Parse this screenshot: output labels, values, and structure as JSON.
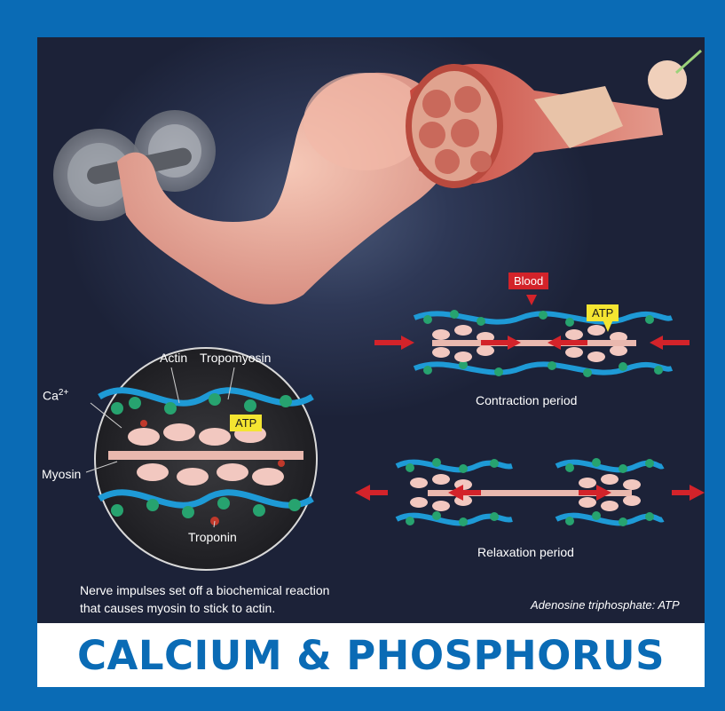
{
  "banner": {
    "title": "CALCIUM & PHOSPHORUS"
  },
  "labels": {
    "actin": "Actin",
    "tropomyosin": "Tropomyosin",
    "calcium": "Ca",
    "calcium_sup": "2+",
    "myosin": "Myosin",
    "atp_circle": "ATP",
    "troponin": "Troponin",
    "blood": "Blood",
    "atp_contraction": "ATP",
    "contraction": "Contraction period",
    "relaxation": "Relaxation period"
  },
  "caption": {
    "line1": "Nerve impulses set off a biochemical reaction",
    "line2": "that causes myosin to stick to actin."
  },
  "note": "Adenosine triphosphate: ATP",
  "colors": {
    "brand_blue": "#0a6bb5",
    "arrow_red": "#d3232a",
    "atp_yellow": "#f4e531",
    "actin_teal": "#1fa08a",
    "tropomyosin_blue": "#1e9ad6"
  }
}
